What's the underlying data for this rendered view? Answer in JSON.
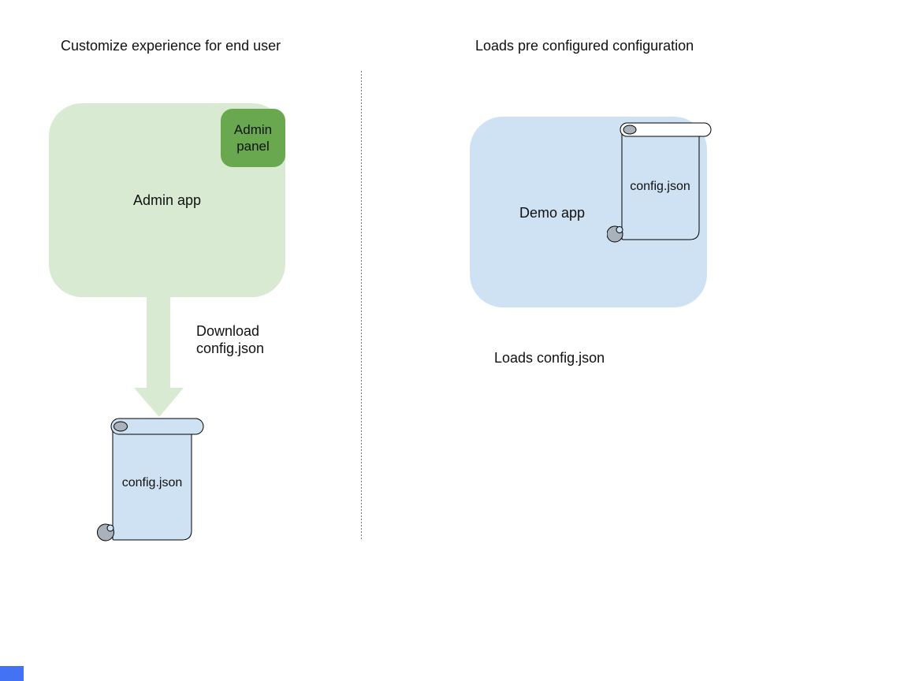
{
  "left": {
    "title": "Customize experience for end user",
    "admin_app_label": "Admin app",
    "admin_panel_label": "Admin\npanel",
    "download_label": "Download\nconfig.json",
    "config_file_label": "config.json"
  },
  "right": {
    "title": "Loads pre configured configuration",
    "demo_app_label": "Demo app",
    "config_file_label": "config.json",
    "caption": "Loads config.json"
  },
  "colors": {
    "admin_app_fill": "#d9ead3",
    "admin_panel_fill": "#6aa84f",
    "arrow_fill": "#d9ead3",
    "demo_app_fill": "#cfe2f3",
    "scroll_left_tube_fill": "#cfe2f3",
    "scroll_left_body_fill": "#cfe2f3",
    "scroll_right_tube_fill": "#ffffff",
    "scroll_right_body_fill": "#cfe2f3",
    "scroll_curl_fill": "#a9b2bb",
    "scroll_stroke": "#000000",
    "divider_color": "#777777",
    "text_color": "#111111",
    "corner_artifact_fill": "#4472f4"
  }
}
